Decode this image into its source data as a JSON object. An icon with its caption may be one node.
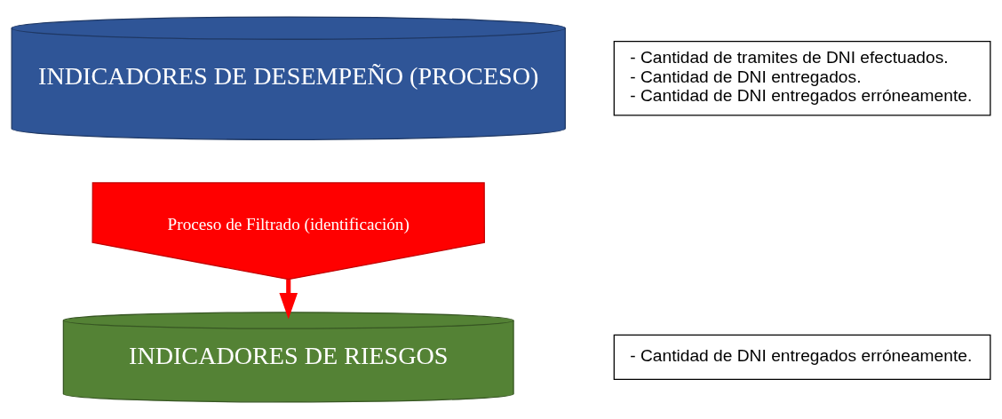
{
  "diagram": {
    "nodes": [
      {
        "text": [
          "INDICADORES DE DESEMPEÑO (PROCESO)"
        ]
      },
      {
        "text": [
          "- Cantidad de tramites de DNI efectuados.",
          "- Cantidad de DNI entregados.",
          "- Cantidad de DNI entregados erróneamente."
        ]
      },
      {
        "text": [
          "Proceso de Filtrado (identificación)"
        ]
      },
      {
        "text": [
          "INDICADORES DE RIESGOS"
        ]
      },
      {
        "text": [
          "- Cantidad de DNI entregados erróneamente."
        ]
      }
    ],
    "edges": [
      {
        "from": 2,
        "to": 3,
        "arrow": "to"
      }
    ]
  }
}
